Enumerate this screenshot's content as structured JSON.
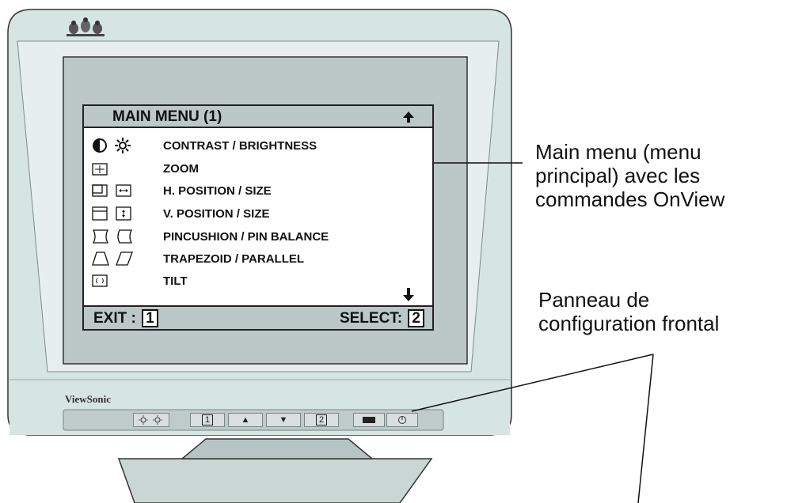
{
  "osd": {
    "title": "MAIN MENU (1)",
    "items": [
      "CONTRAST / BRIGHTNESS",
      "ZOOM",
      "H. POSITION / SIZE",
      "V. POSITION / SIZE",
      "PINCUSHION / PIN BALANCE",
      "TRAPEZOID / PARALLEL",
      "TILT"
    ],
    "exit_label": "EXIT :",
    "exit_key": "1",
    "select_label": "SELECT:",
    "select_key": "2"
  },
  "monitor": {
    "brand": "ViewSonic",
    "buttons": [
      "1",
      "▲",
      "▼",
      "2"
    ]
  },
  "callouts": {
    "main_menu": [
      "Main menu (menu",
      "principal) avec les",
      "commandes OnView"
    ],
    "front_panel": [
      "Panneau de",
      "configuration frontal"
    ]
  },
  "colors": {
    "bezel": "#d6e4e2",
    "screen": "#bcc7c7",
    "stand": "#c9d6d4"
  }
}
